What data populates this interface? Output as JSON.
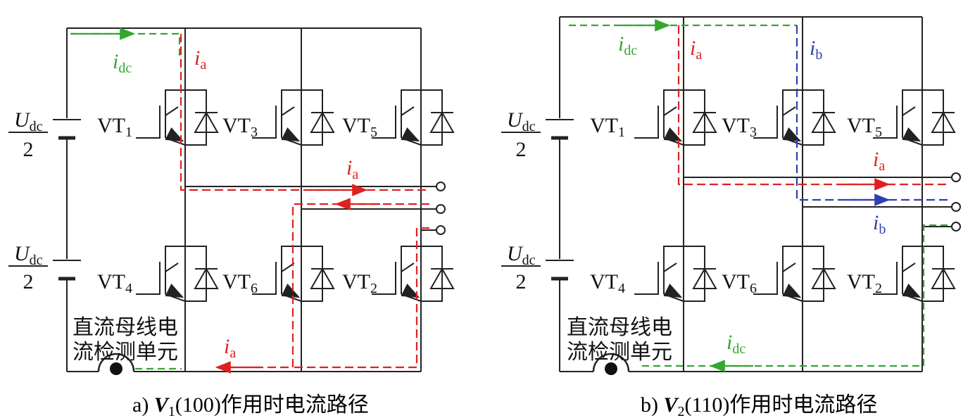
{
  "colors": {
    "green": "#35a630",
    "red": "#e02020",
    "blue": "#2f3fb0",
    "ink": "#222222"
  },
  "left": {
    "caption": {
      "prefix": "a) ",
      "sym": "V",
      "sub": "1",
      "rest": "(100)作用时电流路径"
    },
    "udc_top": {
      "sym": "U",
      "sub": "dc",
      "den": "2"
    },
    "udc_bot": {
      "sym": "U",
      "sub": "dc",
      "den": "2"
    },
    "vt": [
      {
        "name": "VT",
        "sub": "1"
      },
      {
        "name": "VT",
        "sub": "3"
      },
      {
        "name": "VT",
        "sub": "5"
      },
      {
        "name": "VT",
        "sub": "4"
      },
      {
        "name": "VT",
        "sub": "6"
      },
      {
        "name": "VT",
        "sub": "2"
      }
    ],
    "sensor_line1": "直流母线电",
    "sensor_line2": "流检测单元",
    "currents": {
      "idc": {
        "sym": "i",
        "sub": "dc"
      },
      "ia_top": {
        "sym": "i",
        "sub": "a"
      },
      "ia_mid": {
        "sym": "i",
        "sub": "a"
      },
      "ia_bot": {
        "sym": "i",
        "sub": "a"
      }
    }
  },
  "right": {
    "caption": {
      "prefix": "b) ",
      "sym": "V",
      "sub": "2",
      "rest": "(110)作用时电流路径"
    },
    "udc_top": {
      "sym": "U",
      "sub": "dc",
      "den": "2"
    },
    "udc_bot": {
      "sym": "U",
      "sub": "dc",
      "den": "2"
    },
    "vt": [
      {
        "name": "VT",
        "sub": "1"
      },
      {
        "name": "VT",
        "sub": "3"
      },
      {
        "name": "VT",
        "sub": "5"
      },
      {
        "name": "VT",
        "sub": "4"
      },
      {
        "name": "VT",
        "sub": "6"
      },
      {
        "name": "VT",
        "sub": "2"
      }
    ],
    "sensor_line1": "直流母线电",
    "sensor_line2": "流检测单元",
    "currents": {
      "idc_top": {
        "sym": "i",
        "sub": "dc"
      },
      "ia_top": {
        "sym": "i",
        "sub": "a"
      },
      "ib_top": {
        "sym": "i",
        "sub": "b"
      },
      "ia_mid": {
        "sym": "i",
        "sub": "a"
      },
      "ib_mid": {
        "sym": "i",
        "sub": "b"
      },
      "idc_bot": {
        "sym": "i",
        "sub": "dc"
      }
    }
  }
}
